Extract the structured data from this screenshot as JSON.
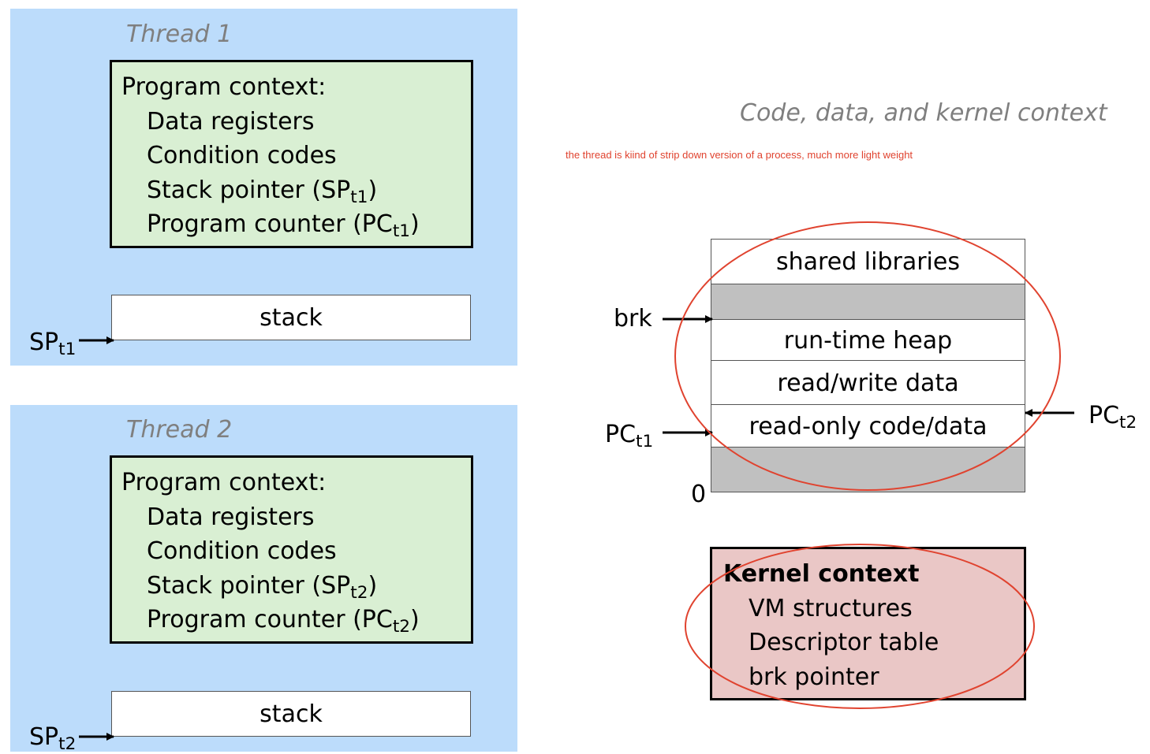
{
  "threads": [
    {
      "title": "Thread 1",
      "context": {
        "heading": "Program context:",
        "data_registers": "Data registers",
        "condition_codes": "Condition codes",
        "stack_pointer": "Stack pointer (SP",
        "stack_pointer_sub": "t1",
        "stack_pointer_close": ")",
        "program_counter": "Program counter (PC",
        "program_counter_sub": "t1",
        "program_counter_close": ")"
      },
      "stack_label": "stack",
      "sp_label": "SP",
      "sp_sub": "t1"
    },
    {
      "title": "Thread 2",
      "context": {
        "heading": "Program context:",
        "data_registers": "Data registers",
        "condition_codes": "Condition codes",
        "stack_pointer": "Stack pointer (SP",
        "stack_pointer_sub": "t2",
        "stack_pointer_close": ")",
        "program_counter": "Program counter (PC",
        "program_counter_sub": "t2",
        "program_counter_close": ")"
      },
      "stack_label": "stack",
      "sp_label": "SP",
      "sp_sub": "t2"
    }
  ],
  "shared": {
    "title": "Code, data, and kernel context",
    "note": "the thread is kiind of strip down version of a process, much more light weight",
    "memory": {
      "shared_libraries": "shared libraries",
      "runtime_heap": "run-time heap",
      "read_write_data": "read/write data",
      "read_only_code": "read-only code/data",
      "brk_label": "brk",
      "pc_t1_label": "PC",
      "pc_t1_sub": "t1",
      "pc_t2_label": "PC",
      "pc_t2_sub": "t2",
      "zero_label": "0"
    },
    "kernel": {
      "heading": "Kernel context",
      "vm_structures": "VM structures",
      "descriptor_table": "Descriptor table",
      "brk_pointer": "brk pointer"
    }
  },
  "colors": {
    "thread_panel": "#bcdcfb",
    "program_context": "#d9efd3",
    "kernel_context": "#eac7c6",
    "gray_region": "#c0c0c0",
    "annotation_red": "#e0432f",
    "title_gray": "#7f7f7f"
  }
}
